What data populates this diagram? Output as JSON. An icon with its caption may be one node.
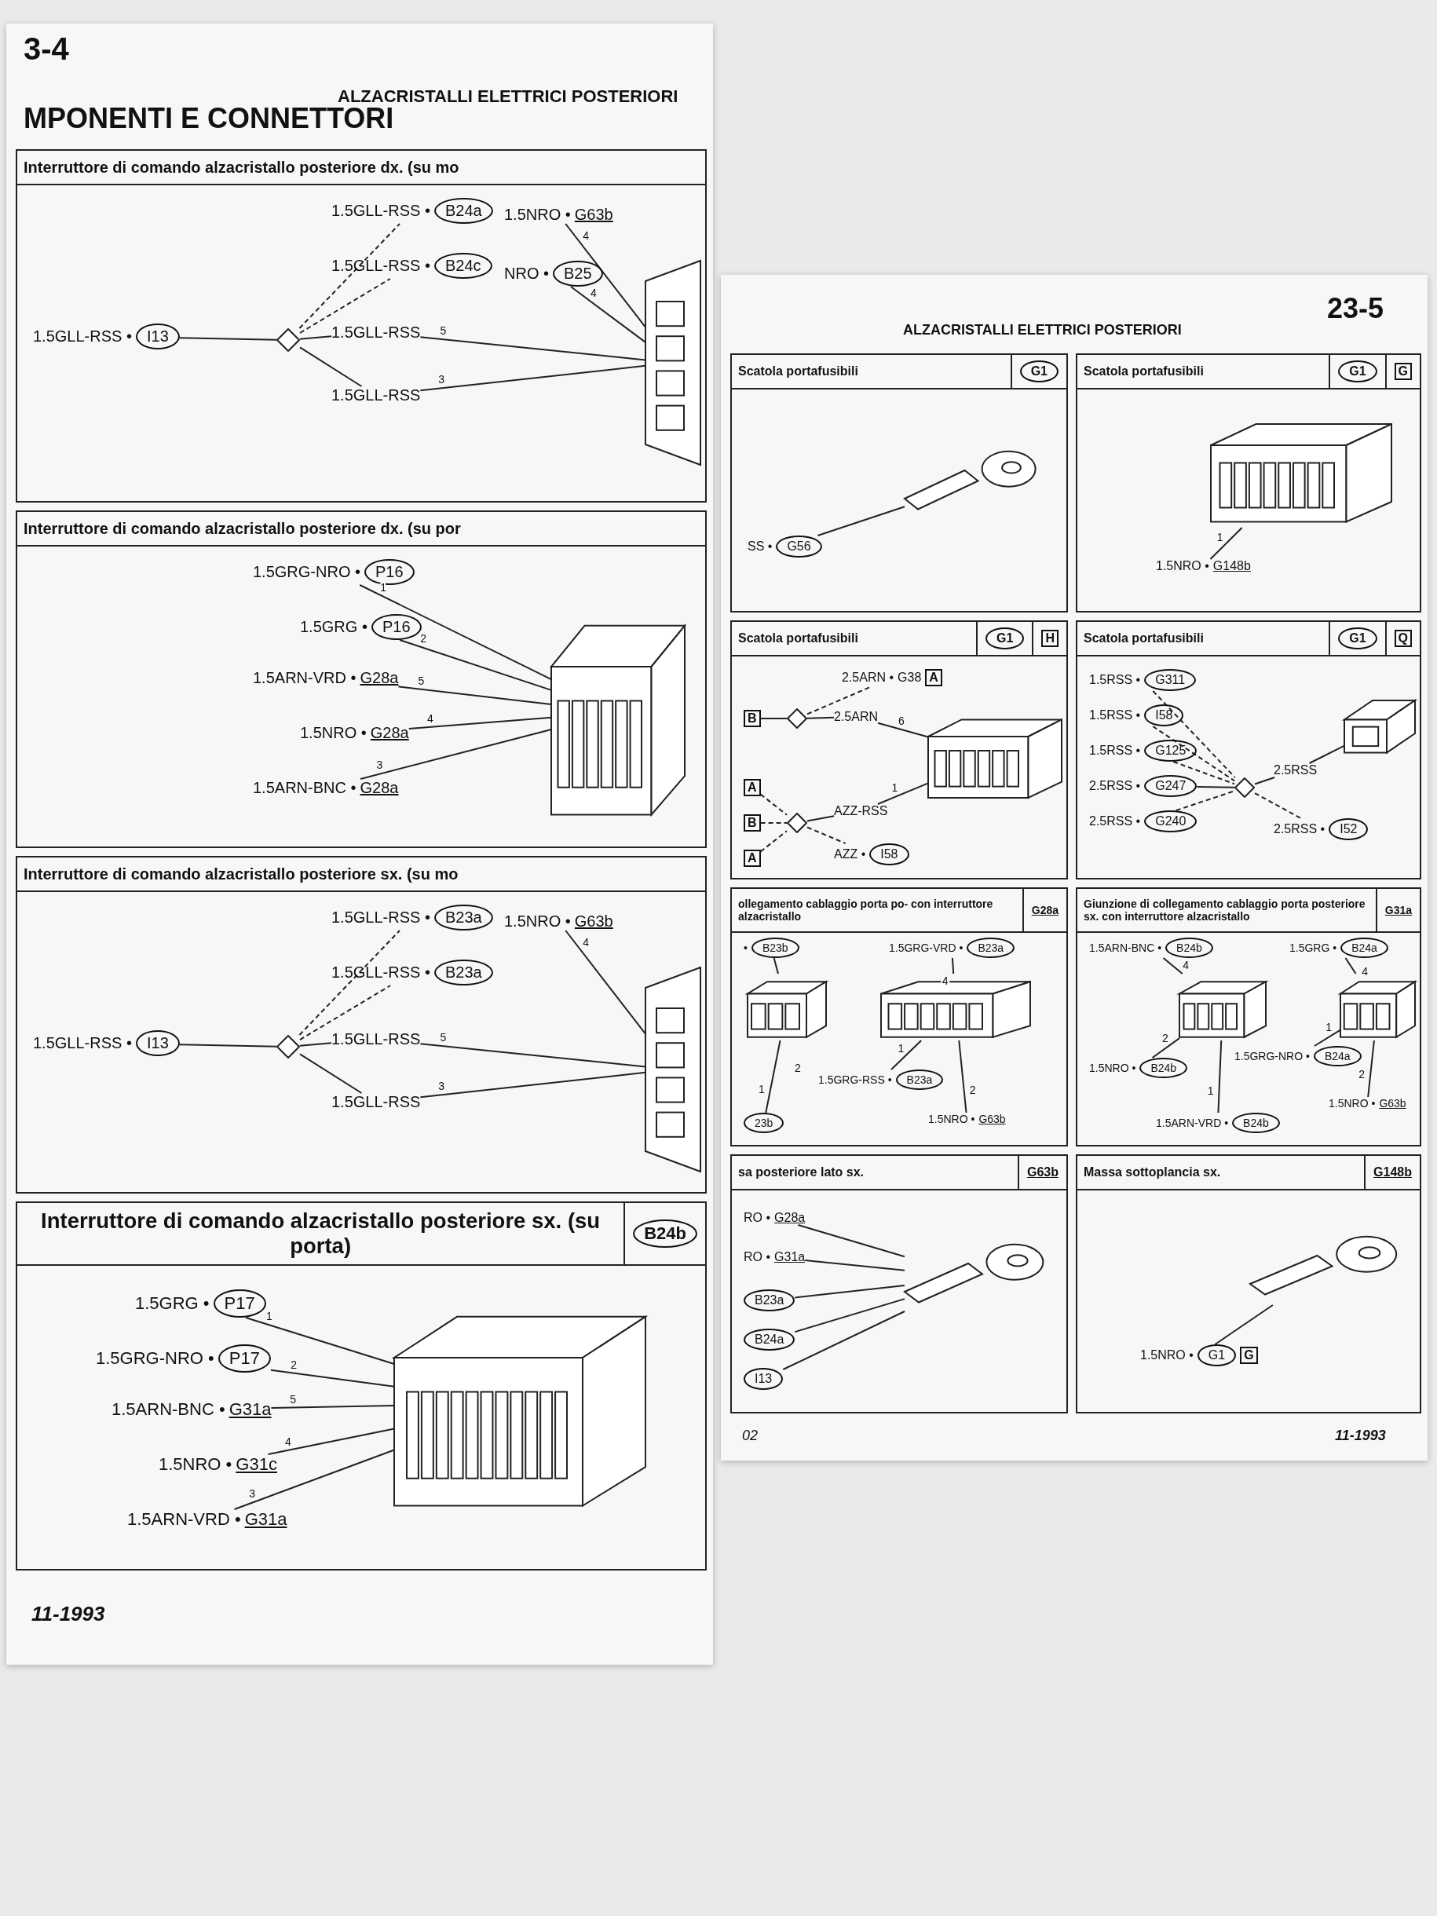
{
  "diagram": {
    "title": "MPONENTI E CONNETTORI",
    "nodes": [
      {
        "text": [
          "Interruttore di comando alzacristallo posteriore dx. (su mo"
        ]
      },
      {
        "text": [
          "1.5GLL-RSS •",
          "I13"
        ],
        "in": 0
      },
      {
        "text": [],
        "shape": "diamond",
        "in": 0
      },
      {
        "text": [
          "1.5GLL-RSS •",
          "B24a"
        ],
        "in": 0
      },
      {
        "text": [
          "1.5GLL-RSS •",
          "B24c"
        ],
        "in": 0
      },
      {
        "text": [
          "1.5GLL-RSS"
        ],
        "in": 0
      },
      {
        "text": [
          "1.5GLL-RSS"
        ],
        "in": 0
      },
      {
        "text": [
          "1.5NRO •",
          "G63b"
        ],
        "in": 0
      },
      {
        "text": [
          "NRO •",
          "B25"
        ],
        "in": 0
      },
      {
        "text": [],
        "shape": "picture",
        "in": 0
      },
      {
        "text": [
          "Interruttore di comando alzacristallo posteriore dx. (su por"
        ]
      },
      {
        "text": [
          "1.5GRG-NRO •",
          "P16"
        ],
        "in": 10
      },
      {
        "text": [
          "1.5GRG •",
          "P16"
        ],
        "in": 10
      },
      {
        "text": [
          "1.5ARN-VRD •",
          "G28a"
        ],
        "in": 10
      },
      {
        "text": [
          "1.5NRO •",
          "G28a"
        ],
        "in": 10
      },
      {
        "text": [
          "1.5ARN-BNC •",
          "G28a"
        ],
        "in": 10
      },
      {
        "text": [],
        "shape": "picture",
        "in": 10
      },
      {
        "text": [
          "Interruttore di comando alzacristallo posteriore sx. (su mo"
        ]
      },
      {
        "text": [
          "1.5GLL-RSS •",
          "I13"
        ],
        "in": 17
      },
      {
        "text": [],
        "shape": "diamond",
        "in": 17
      },
      {
        "text": [
          "1.5GLL-RSS •",
          "B23a"
        ],
        "in": 17
      },
      {
        "text": [
          "1.5GLL-RSS •",
          "B23a"
        ],
        "in": 17
      },
      {
        "text": [
          "1.5GLL-RSS"
        ],
        "in": 17
      },
      {
        "text": [
          "1.5GLL-RSS"
        ],
        "in": 17
      },
      {
        "text": [
          "1.5NRO •",
          "G63b"
        ],
        "in": 17
      },
      {
        "text": [],
        "shape": "picture",
        "in": 17
      },
      {
        "text": [
          "Interruttore di comando alzacristallo posteriore sx. (su porta)"
        ]
      },
      {
        "text": [
          "1.5GRG •",
          "P17"
        ],
        "in": 26
      },
      {
        "text": [
          "1.5GRG-NRO •",
          "P17"
        ],
        "in": 26
      },
      {
        "text": [
          "1.5ARN-BNC •",
          "G31a"
        ],
        "in": 26
      },
      {
        "text": [
          "1.5NRO •",
          "G31c"
        ],
        "in": 26
      },
      {
        "text": [
          "1.5ARN-VRD •",
          "G31a"
        ],
        "in": 26
      },
      {
        "text": [],
        "shape": "picture",
        "in": 26
      },
      {
        "text": [
          "Scatola portafusibili"
        ]
      },
      {
        "text": [
          "SS •",
          "G56"
        ],
        "in": 33
      },
      {
        "text": [],
        "shape": "picture",
        "in": 33
      },
      {
        "text": [
          "Scatola portafusibili",
          "G"
        ]
      },
      {
        "text": [
          "1.5NRO •",
          "G148b"
        ],
        "in": 36
      },
      {
        "text": [],
        "shape": "picture",
        "in": 36
      },
      {
        "text": [
          "Scatola portafusibili",
          "H"
        ]
      },
      {
        "text": [
          "2.5ARN •",
          "G38",
          "A"
        ],
        "in": 39
      },
      {
        "text": [
          "B"
        ],
        "in": 39
      },
      {
        "text": [],
        "shape": "diamond",
        "in": 39
      },
      {
        "text": [
          "2.5ARN"
        ],
        "in": 39
      },
      {
        "text": [
          "A"
        ],
        "in": 39
      },
      {
        "text": [
          "B"
        ],
        "in": 39
      },
      {
        "text": [
          "A"
        ],
        "in": 39
      },
      {
        "text": [],
        "shape": "diamond",
        "in": 39
      },
      {
        "text": [
          "AZZ-RSS"
        ],
        "in": 39
      },
      {
        "text": [
          "AZZ •",
          "I58"
        ],
        "in": 39
      },
      {
        "text": [],
        "shape": "picture",
        "in": 39
      },
      {
        "text": [
          "Scatola portafusibili",
          "Q"
        ]
      },
      {
        "text": [
          "1.5RSS •",
          "G311"
        ],
        "in": 51
      },
      {
        "text": [
          "1.5RSS •",
          "I58"
        ],
        "in": 51
      },
      {
        "text": [
          "1.5RSS •",
          "G125"
        ],
        "in": 51
      },
      {
        "text": [
          "2.5RSS •",
          "G247"
        ],
        "in": 51
      },
      {
        "text": [
          "2.5RSS •",
          "G240"
        ],
        "in": 51
      },
      {
        "text": [],
        "shape": "diamond",
        "in": 51
      },
      {
        "text": [
          "2.5RSS"
        ],
        "in": 51
      },
      {
        "text": [
          "2.5RSS •",
          "I52"
        ],
        "in": 51
      },
      {
        "text": [],
        "shape": "picture",
        "in": 51
      },
      {
        "text": [
          "ollegamento cablaggio porta po- con interruttore alzacristallo",
          "G28a"
        ]
      },
      {
        "text": [
          "•",
          "B23b"
        ],
        "in": 61
      },
      {
        "text": [
          "1.5GRG-VRD •",
          "B23a"
        ],
        "in": 61
      },
      {
        "text": [
          "1.5GRG-RSS •",
          "B23a"
        ],
        "in": 61
      },
      {
        "text": [
          "1.5NRO •",
          "G63b"
        ],
        "in": 61
      },
      {
        "text": [
          "23b"
        ],
        "in": 61
      },
      {
        "text": [],
        "shape": "picture",
        "in": 61
      },
      {
        "text": [],
        "shape": "picture",
        "in": 61
      },
      {
        "text": [
          "Giunzione di collegamento cablaggio porta posteriore sx. con interruttore alzacristallo",
          "G31a"
        ]
      },
      {
        "text": [
          "1.5ARN-BNC •",
          "B24b"
        ],
        "in": 69
      },
      {
        "text": [
          "1.5NRO •",
          "B24b"
        ],
        "in": 69
      },
      {
        "text": [
          "1.5ARN-VRD •",
          "B24b"
        ],
        "in": 69
      },
      {
        "text": [
          "1.5GRG •",
          "B24a"
        ],
        "in": 69
      },
      {
        "text": [
          "1.5GRG-NRO •",
          "B24a"
        ],
        "in": 69
      },
      {
        "text": [
          "1.5NRO •",
          "G63b"
        ],
        "in": 69
      },
      {
        "text": [],
        "shape": "picture",
        "in": 69
      },
      {
        "text": [],
        "shape": "picture",
        "in": 69
      },
      {
        "text": [
          "sa posteriore lato sx.",
          "G63b"
        ]
      },
      {
        "text": [
          "RO •",
          "G28a"
        ],
        "in": 78
      },
      {
        "text": [
          "RO •",
          "G31a"
        ],
        "in": 78
      },
      {
        "text": [
          "B23a"
        ],
        "in": 78
      },
      {
        "text": [
          "B24a"
        ],
        "in": 78
      },
      {
        "text": [
          "I13"
        ],
        "in": 78
      },
      {
        "text": [],
        "shape": "picture",
        "in": 78
      },
      {
        "text": [
          "Massa sottoplancia sx.",
          "G148b"
        ]
      },
      {
        "text": [
          "1.5NRO •",
          "G1",
          "G"
        ],
        "in": 85
      },
      {
        "text": [],
        "shape": "picture",
        "in": 85
      },
      {
        "text": [
          "B24b"
        ],
        "in": 26
      },
      {
        "text": [
          "G1"
        ],
        "in": 33
      },
      {
        "text": [
          "G1"
        ],
        "in": 36
      },
      {
        "text": [
          "G1"
        ],
        "in": 39
      },
      {
        "text": [
          "G1"
        ],
        "in": 51
      }
    ],
    "edges": [
      {
        "from": 1,
        "to": 2,
        "arrow": "none"
      },
      {
        "from": 2,
        "to": 3,
        "arrow": "none",
        "style": "dashed"
      },
      {
        "from": 2,
        "to": 4,
        "arrow": "none",
        "style": "dashed"
      },
      {
        "from": 2,
        "to": 5,
        "arrow": "none"
      },
      {
        "from": 2,
        "to": 6,
        "arrow": "none"
      },
      {
        "from": 5,
        "to": 9,
        "arrow": "none",
        "label": "5"
      },
      {
        "from": 6,
        "to": 9,
        "arrow": "none",
        "label": "3"
      },
      {
        "from": 7,
        "to": 9,
        "arrow": "none",
        "label": "4"
      },
      {
        "from": 8,
        "to": 9,
        "arrow": "none",
        "label": "4"
      },
      {
        "from": 11,
        "to": 16,
        "arrow": "none",
        "label": "1"
      },
      {
        "from": 12,
        "to": 16,
        "arrow": "none",
        "label": "2"
      },
      {
        "from": 13,
        "to": 16,
        "arrow": "none",
        "label": "5"
      },
      {
        "from": 14,
        "to": 16,
        "arrow": "none",
        "label": "4"
      },
      {
        "from": 15,
        "to": 16,
        "arrow": "none",
        "label": "3"
      },
      {
        "from": 18,
        "to": 19,
        "arrow": "none"
      },
      {
        "from": 19,
        "to": 20,
        "arrow": "none",
        "style": "dashed"
      },
      {
        "from": 19,
        "to": 21,
        "arrow": "none",
        "style": "dashed"
      },
      {
        "from": 19,
        "to": 22,
        "arrow": "none"
      },
      {
        "from": 19,
        "to": 23,
        "arrow": "none"
      },
      {
        "from": 22,
        "to": 25,
        "arrow": "none",
        "label": "5"
      },
      {
        "from": 23,
        "to": 25,
        "arrow": "none",
        "label": "3"
      },
      {
        "from": 24,
        "to": 25,
        "arrow": "none",
        "label": "4"
      },
      {
        "from": 27,
        "to": 32,
        "arrow": "none",
        "label": "1"
      },
      {
        "from": 28,
        "to": 32,
        "arrow": "none",
        "label": "2"
      },
      {
        "from": 29,
        "to": 32,
        "arrow": "none",
        "label": "5"
      },
      {
        "from": 30,
        "to": 32,
        "arrow": "none",
        "label": "4"
      },
      {
        "from": 31,
        "to": 32,
        "arrow": "none",
        "label": "3"
      },
      {
        "from": 34,
        "to": 35,
        "arrow": "none"
      },
      {
        "from": 37,
        "to": 38,
        "arrow": "none",
        "label": "1"
      },
      {
        "from": 41,
        "to": 42,
        "arrow": "none"
      },
      {
        "from": 42,
        "to": 40,
        "arrow": "none",
        "style": "dashed"
      },
      {
        "from": 42,
        "to": 43,
        "arrow": "none"
      },
      {
        "from": 43,
        "to": 50,
        "arrow": "none",
        "label": "6"
      },
      {
        "from": 44,
        "to": 47,
        "arrow": "none",
        "style": "dashed"
      },
      {
        "from": 45,
        "to": 47,
        "arrow": "none",
        "style": "dashed"
      },
      {
        "from": 46,
        "to": 47,
        "arrow": "none",
        "style": "dashed"
      },
      {
        "from": 47,
        "to": 48,
        "arrow": "none"
      },
      {
        "from": 47,
        "to": 49,
        "arrow": "none",
        "style": "dashed"
      },
      {
        "from": 48,
        "to": 50,
        "arrow": "none",
        "label": "1"
      },
      {
        "from": 52,
        "to": 57,
        "arrow": "none",
        "style": "dashed"
      },
      {
        "from": 53,
        "to": 57,
        "arrow": "none",
        "style": "dashed"
      },
      {
        "from": 54,
        "to": 57,
        "arrow": "none",
        "style": "dashed"
      },
      {
        "from": 55,
        "to": 57,
        "arrow": "none"
      },
      {
        "from": 56,
        "to": 57,
        "arrow": "none",
        "style": "dashed"
      },
      {
        "from": 57,
        "to": 58,
        "arrow": "none"
      },
      {
        "from": 57,
        "to": 59,
        "arrow": "none",
        "style": "dashed"
      },
      {
        "from": 58,
        "to": 60,
        "arrow": "none"
      },
      {
        "from": 62,
        "to": 67,
        "arrow": "none"
      },
      {
        "from": 66,
        "to": 67,
        "arrow": "none",
        "label": "1"
      },
      {
        "from": 63,
        "to": 68,
        "arrow": "none",
        "label": "4"
      },
      {
        "from": 64,
        "to": 68,
        "arrow": "none",
        "label": "1"
      },
      {
        "from": 65,
        "to": 68,
        "arrow": "none",
        "label": "2"
      },
      {
        "from": 70,
        "to": 76,
        "arrow": "none",
        "label": "4"
      },
      {
        "from": 71,
        "to": 76,
        "arrow": "none",
        "label": "2"
      },
      {
        "from": 72,
        "to": 76,
        "arrow": "none",
        "label": "1"
      },
      {
        "from": 73,
        "to": 77,
        "arrow": "none",
        "label": "4"
      },
      {
        "from": 74,
        "to": 77,
        "arrow": "none",
        "label": "1"
      },
      {
        "from": 75,
        "to": 77,
        "arrow": "none",
        "label": "2"
      },
      {
        "from": 79,
        "to": 84,
        "arrow": "none"
      },
      {
        "from": 80,
        "to": 84,
        "arrow": "none"
      },
      {
        "from": 81,
        "to": 84,
        "arrow": "none"
      },
      {
        "from": 82,
        "to": 84,
        "arrow": "none"
      },
      {
        "from": 83,
        "to": 84,
        "arrow": "none"
      },
      {
        "from": 86,
        "to": 87,
        "arrow": "none"
      }
    ],
    "labels": [
      "3-4",
      "ALZACRISTALLI ELETTRICI POSTERIORI",
      "11-1993",
      "23-5",
      "ALZACRISTALLI ELETTRICI POSTERIORI",
      "2",
      "02",
      "11-1993"
    ]
  }
}
